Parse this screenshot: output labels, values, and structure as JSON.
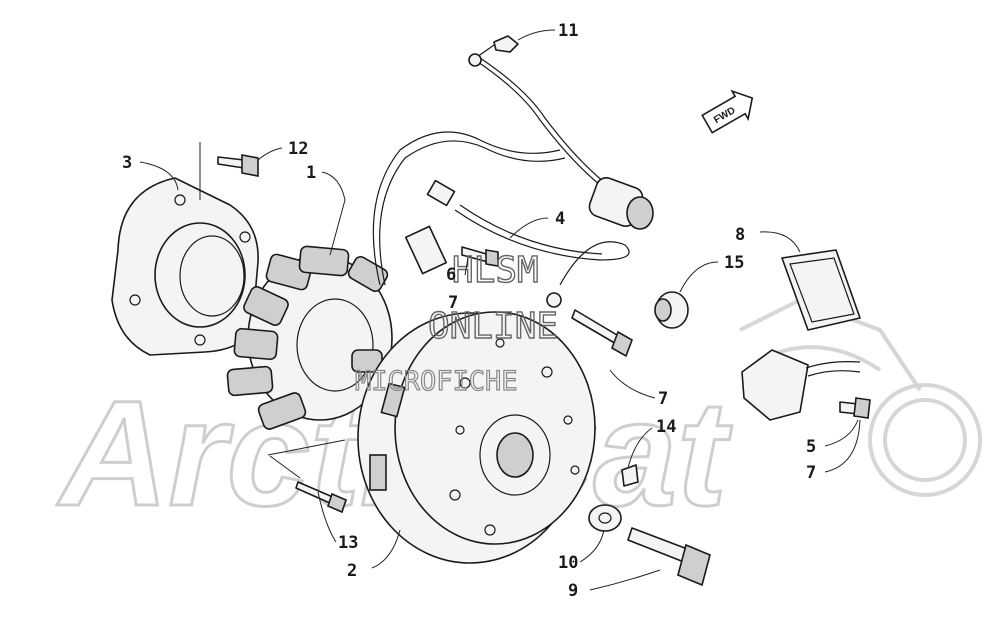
{
  "watermark": {
    "brand": "ArcticCat",
    "site_line1": "HLSM",
    "site_line2": "ONLINE",
    "site_line3": "MICROFICHE"
  },
  "direction_label": "FWD",
  "callouts": {
    "c1": "1",
    "c2": "2",
    "c3": "3",
    "c4": "4",
    "c5": "5",
    "c6": "6",
    "c7a": "7",
    "c7b": "7",
    "c7c": "7",
    "c8": "8",
    "c9": "9",
    "c10": "10",
    "c11": "11",
    "c12": "12",
    "c13": "13",
    "c14": "14",
    "c15": "15"
  }
}
